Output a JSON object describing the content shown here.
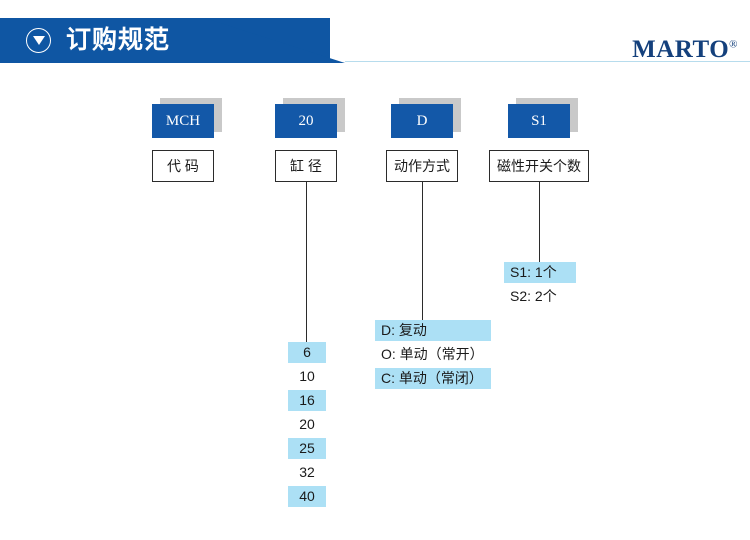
{
  "header": {
    "title": "订购规范",
    "icon": "circle-down-triangle-icon",
    "brand": "MARTO",
    "brand_mark": "®",
    "banner_color": "#0f56a3"
  },
  "colors": {
    "code_blue": "#1358a8",
    "shadow_gray": "#c9c9c9",
    "highlight_blue": "#ace0f5",
    "brand_navy": "#14407c"
  },
  "columns": [
    {
      "code": "MCH",
      "label": "代  码",
      "options": []
    },
    {
      "code": "20",
      "label": "缸  径",
      "options": [
        {
          "text": "6",
          "highlight": true
        },
        {
          "text": "10",
          "highlight": false
        },
        {
          "text": "16",
          "highlight": true
        },
        {
          "text": "20",
          "highlight": false
        },
        {
          "text": "25",
          "highlight": true
        },
        {
          "text": "32",
          "highlight": false
        },
        {
          "text": "40",
          "highlight": true
        }
      ]
    },
    {
      "code": "D",
      "label": "动作方式",
      "options": [
        {
          "text": "D: 复动",
          "highlight": true
        },
        {
          "text": "O: 单动（常开）",
          "highlight": false
        },
        {
          "text": "C: 单动（常闭）",
          "highlight": true
        }
      ]
    },
    {
      "code": "S1",
      "label": "磁性开关个数",
      "options": [
        {
          "text": "S1: 1个",
          "highlight": true
        },
        {
          "text": "S2: 2个",
          "highlight": false
        }
      ]
    }
  ]
}
